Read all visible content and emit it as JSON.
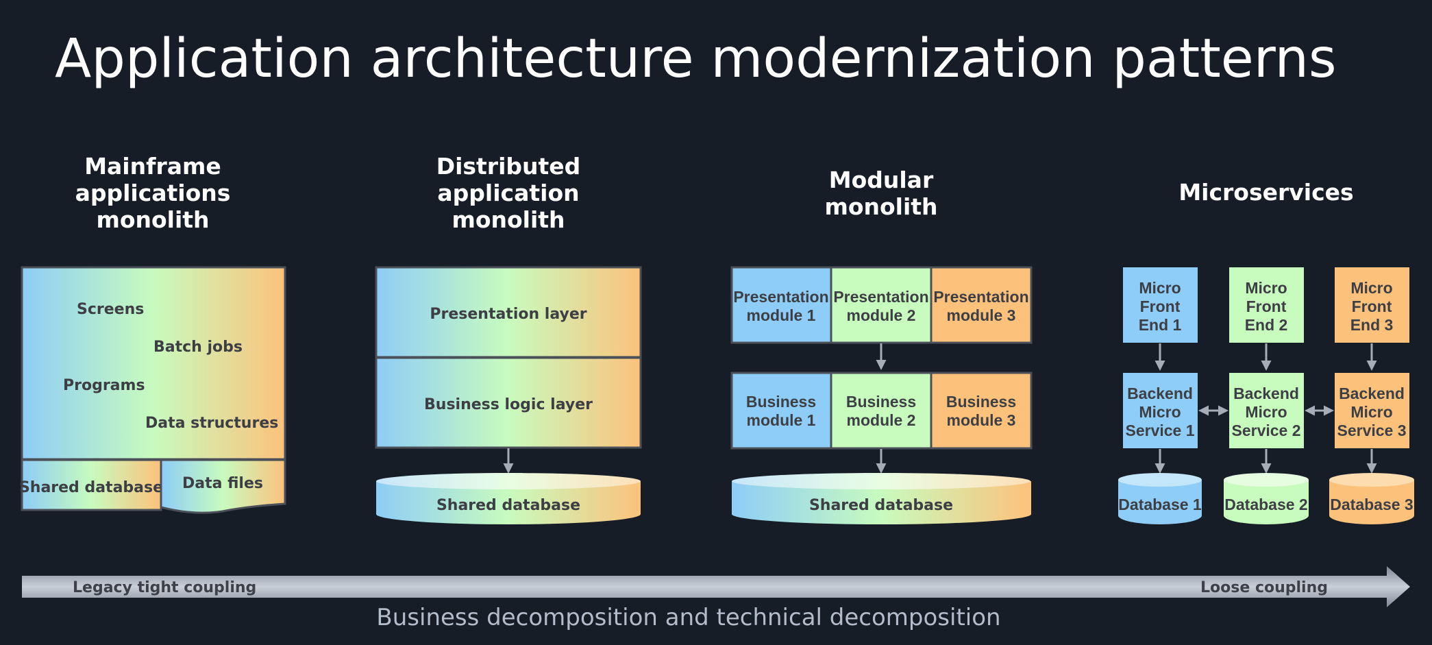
{
  "title": "Application architecture modernization patterns",
  "columns": {
    "mainframe": {
      "title": [
        "Mainframe",
        "applications",
        "monolith"
      ],
      "items": [
        "Screens",
        "Batch jobs",
        "Programs",
        "Data structures"
      ],
      "shared_db": "Shared database",
      "data_files": "Data files"
    },
    "distributed": {
      "title": [
        "Distributed",
        "application",
        "monolith"
      ],
      "presentation": "Presentation layer",
      "business": "Business logic layer",
      "db": "Shared database"
    },
    "modular": {
      "title": [
        "Modular",
        "monolith"
      ],
      "presentation": [
        [
          "Presentation",
          "module 1"
        ],
        [
          "Presentation",
          "module 2"
        ],
        [
          "Presentation",
          "module 3"
        ]
      ],
      "business": [
        [
          "Business",
          "module 1"
        ],
        [
          "Business",
          "module 2"
        ],
        [
          "Business",
          "module 3"
        ]
      ],
      "db": "Shared database"
    },
    "microservices": {
      "title": [
        "Microservices"
      ],
      "frontends": [
        [
          "Micro",
          "Front",
          "End 1"
        ],
        [
          "Micro",
          "Front",
          "End 2"
        ],
        [
          "Micro",
          "Front",
          "End 3"
        ]
      ],
      "backends": [
        [
          "Backend",
          "Micro",
          "Service 1"
        ],
        [
          "Backend",
          "Micro",
          "Service 2"
        ],
        [
          "Backend",
          "Micro",
          "Service 3"
        ]
      ],
      "databases": [
        "Database 1",
        "Database 2",
        "Database 3"
      ]
    }
  },
  "arrow": {
    "left_label": "Legacy tight coupling",
    "right_label": "Loose coupling"
  },
  "subtitle": "Business decomposition and technical decomposition",
  "colors": {
    "background": "#161d27",
    "blue": "#8ecdf7",
    "green": "#c8fbbe",
    "orange": "#fcc27c",
    "arrow": "#9ea6b3"
  }
}
